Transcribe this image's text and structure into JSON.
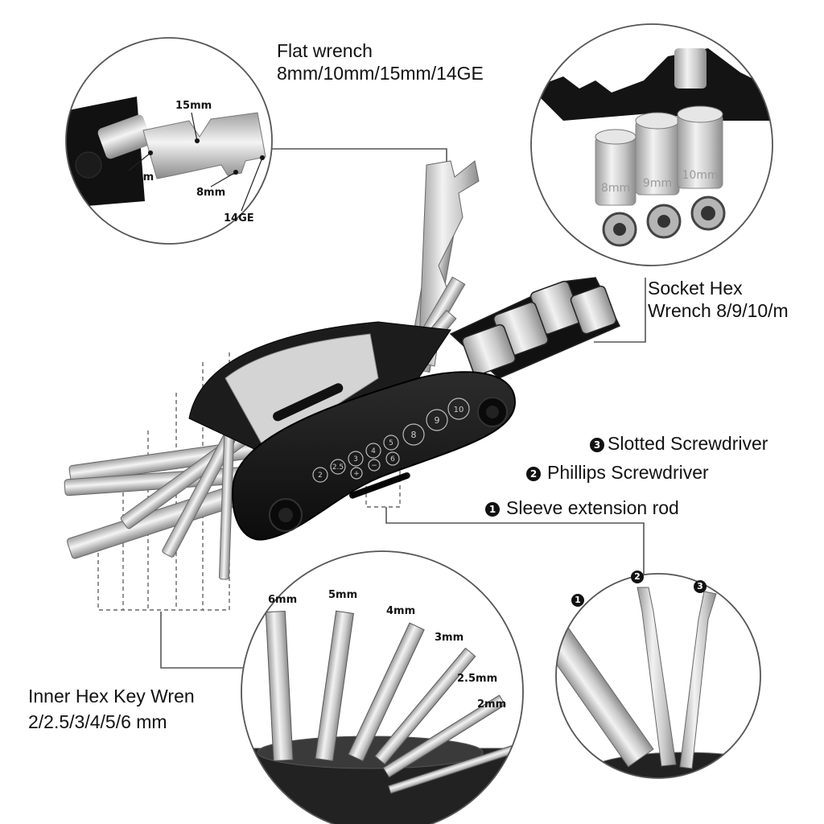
{
  "callouts": {
    "flat_wrench": {
      "title": "Flat wrench",
      "sizes": "8mm/10mm/15mm/14GE"
    },
    "socket_hex": {
      "line1": "Socket Hex",
      "line2": "Wrench 8/9/10/m"
    },
    "inner_hex": {
      "line1": "Inner Hex Key Wren",
      "line2": "2/2.5/3/4/5/6 mm"
    },
    "screwdrivers": [
      {
        "badge": "3",
        "label": "Slotted Screwdriver"
      },
      {
        "badge": "2",
        "label": "Phillips Screwdriver"
      },
      {
        "badge": "1",
        "label": "Sleeve extension rod"
      }
    ]
  },
  "wrench_zoom": {
    "labels": [
      "15mm",
      "10mm",
      "8mm",
      "14GE"
    ]
  },
  "socket_zoom": {
    "sockets": [
      "8mm",
      "9mm",
      "10mm"
    ]
  },
  "hex_zoom": {
    "labels": [
      "6mm",
      "5mm",
      "4mm",
      "3mm",
      "2.5mm",
      "2mm"
    ]
  },
  "driver_zoom": {
    "badges": [
      "1",
      "2",
      "3"
    ]
  },
  "tool_body": {
    "numbers": [
      "2",
      "2.5",
      "3",
      "4",
      "5",
      "6",
      "8",
      "9",
      "10"
    ],
    "signs": [
      "+",
      "−"
    ]
  },
  "colors": {
    "body": "#141414",
    "metal": "#c8c8c8",
    "metal_dark": "#8a8a8a",
    "line": "#555555"
  }
}
